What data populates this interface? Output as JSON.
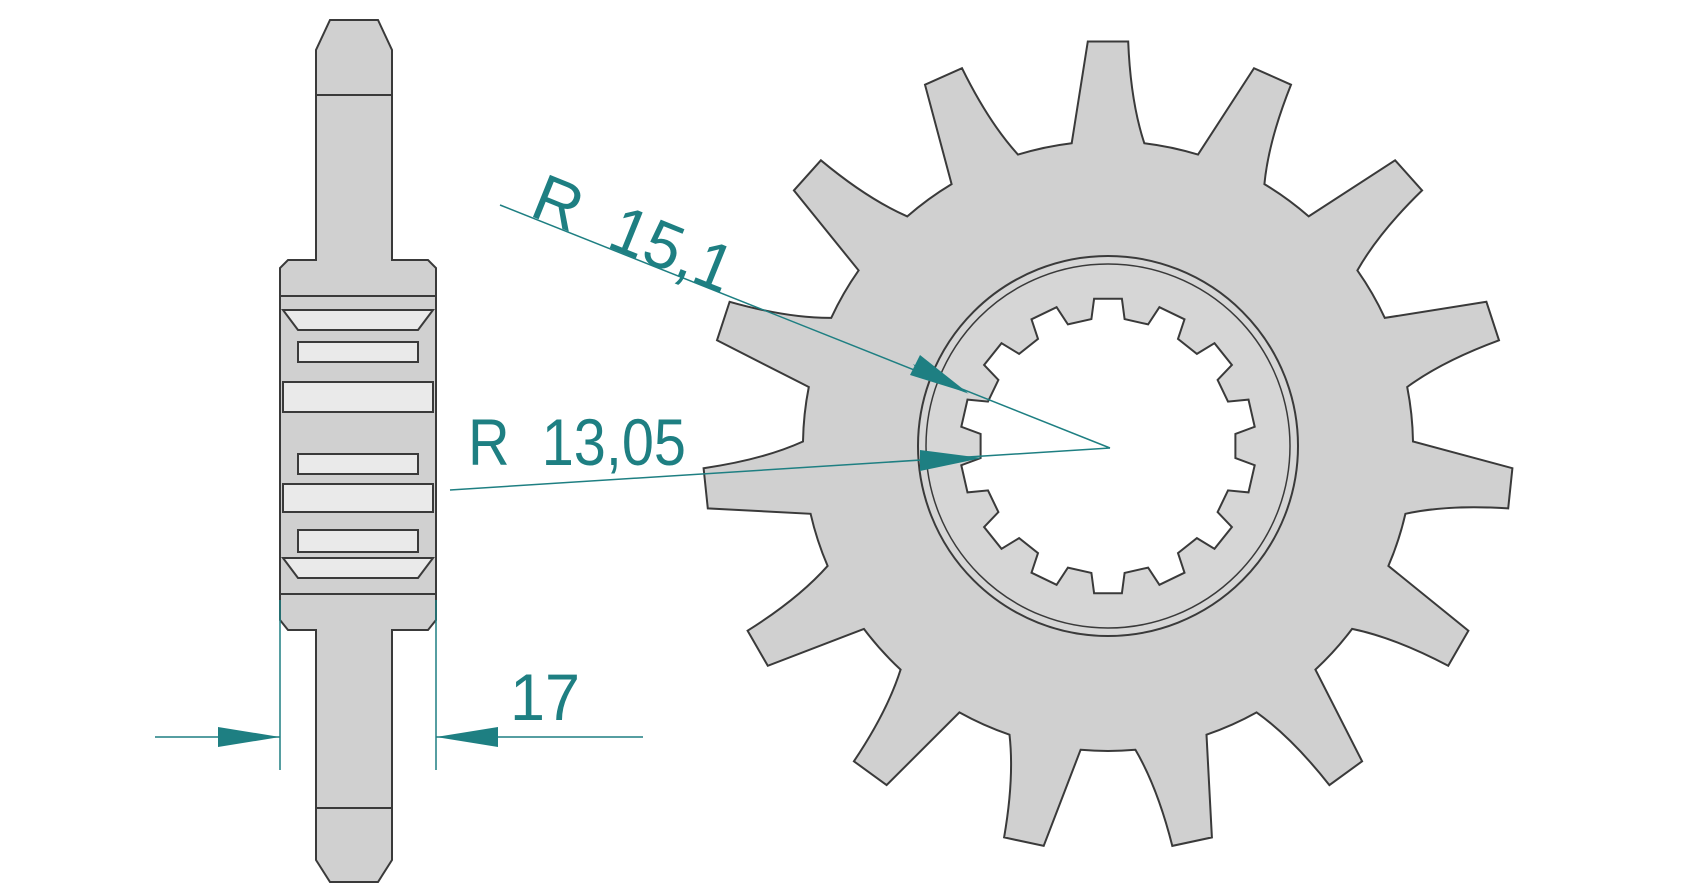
{
  "diagram": {
    "labels": {
      "outer_radius": "R  15,1",
      "inner_radius": "R  13,05",
      "width": "17"
    },
    "colors": {
      "part_fill": "#d0d0d0",
      "outline": "#3a3a3a",
      "dimension": "#1e7f82",
      "background": "#ffffff"
    },
    "sprocket": {
      "teeth": 15,
      "splines": 14
    }
  }
}
